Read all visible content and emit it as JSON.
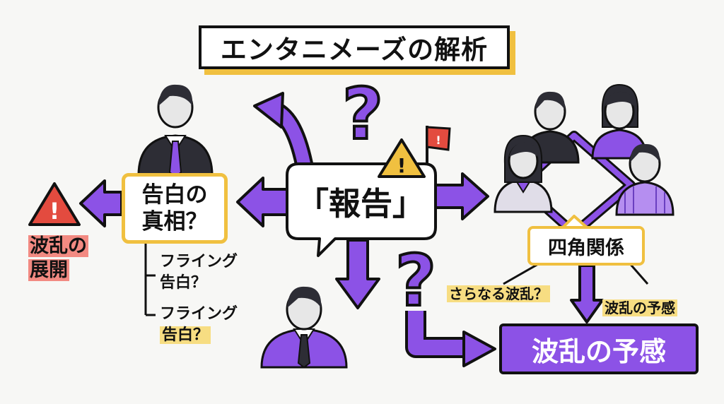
{
  "title": "エンタニメーズの解析",
  "center": {
    "label": "「報告」"
  },
  "left_box": {
    "line1": "告白の",
    "line2": "真相？"
  },
  "left_outcome": {
    "line1": "波乱の",
    "line2": "展開"
  },
  "branches": [
    {
      "line1": "フライング",
      "line2": "告白？"
    },
    {
      "line1": "フライング",
      "line2": "告白？"
    }
  ],
  "right_box": {
    "label": "四角関係"
  },
  "right_notes": {
    "left": "さらなる波乱？",
    "right": "波乱の予感"
  },
  "result": {
    "label": "波乱の予感"
  },
  "colors": {
    "accent": "#8c52e6",
    "highlight": "#f0c040",
    "warning_red": "#e34b3f"
  },
  "icons": [
    "question-mark-icon",
    "warning-icon",
    "flag-icon",
    "person-icon",
    "arrow-icon"
  ]
}
